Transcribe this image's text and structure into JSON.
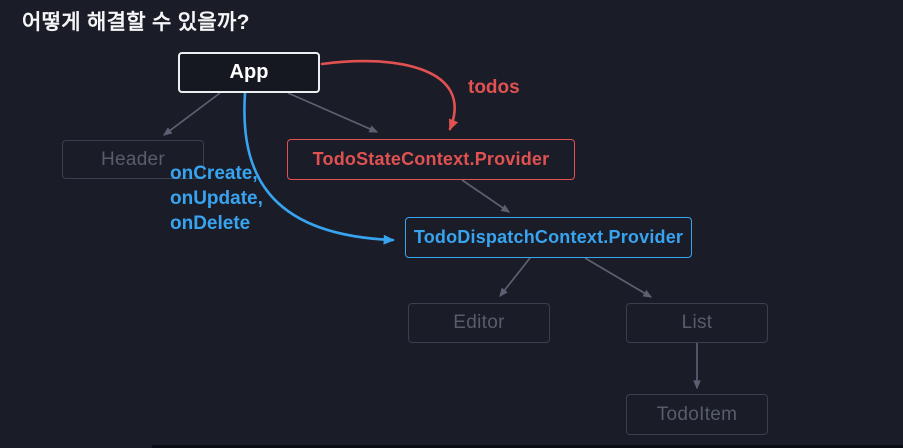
{
  "title": "어떻게 해결할 수 있을까?",
  "nodes": {
    "app": {
      "label": "App"
    },
    "header": {
      "label": "Header"
    },
    "state_provider": {
      "label": "TodoStateContext.Provider"
    },
    "dispatch_provider": {
      "label": "TodoDispatchContext.Provider"
    },
    "editor": {
      "label": "Editor"
    },
    "list": {
      "label": "List"
    },
    "todo_item": {
      "label": "TodoItem"
    }
  },
  "edge_labels": {
    "todos": "todos",
    "on_create": "onCreate,",
    "on_update": "onUpdate,",
    "on_delete": "onDelete"
  },
  "colors": {
    "background": "#1a1c27",
    "red": "#e05151",
    "blue": "#38a4f0",
    "gray_line": "#5b6171",
    "dim_border": "#3a3f4e",
    "dim_text": "#575d6c",
    "light_border": "#eceef2",
    "title_text": "#f5f5f7",
    "strip": "#0b0d14"
  }
}
